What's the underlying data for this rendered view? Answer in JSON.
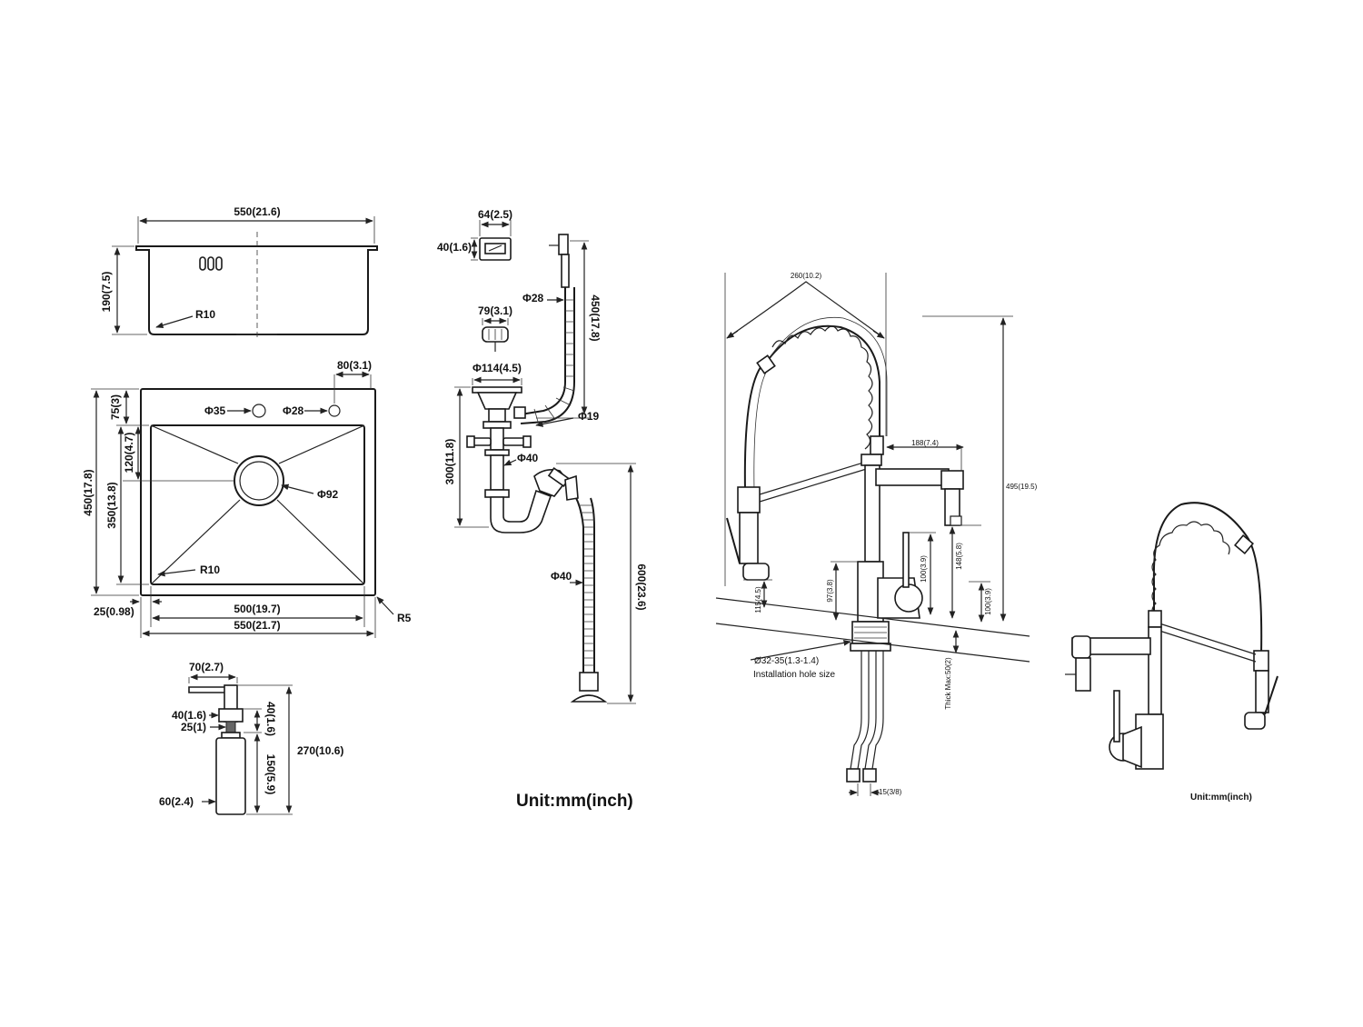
{
  "sink": {
    "top_width": "550(21.6)",
    "depth": "190(7.5)",
    "radius_side": "R10",
    "hole_offset": "80(3.1)",
    "tap_hole": "Φ35",
    "soap_hole": "Φ28",
    "edge_to_hole": "75(3)",
    "hole_to_drain": "120(4.7)",
    "drain": "Φ92",
    "outer_length": "450(17.8)",
    "inner_length": "350(13.8)",
    "radius_bowl": "R10",
    "flange": "25(0.98)",
    "inner_width": "500(19.7)",
    "outer_width": "550(21.7)",
    "corner_radius": "R5"
  },
  "dispenser": {
    "spout_reach": "70(2.7)",
    "pump_width": "40(1.6)",
    "neck": "25(1)",
    "pump_height": "40(1.6)",
    "bottle_height": "150(5.9)",
    "total_height": "270(10.6)",
    "bottle_width": "60(2.4)"
  },
  "drain_kit": {
    "overflow_width": "64(2.5)",
    "overflow_height": "40(1.6)",
    "overflow_hose": "Φ28",
    "hose_length": "450(17.8)",
    "basket": "79(3.1)",
    "strainer": "Φ114(4.5)",
    "side_inlet": "Φ19",
    "trap_height": "300(11.8)",
    "pipe": "Φ40",
    "drain_hose": "Φ40",
    "total_length": "600(23.6)"
  },
  "faucet": {
    "spring_width": "260(10.2)",
    "total_height": "495(19.5)",
    "spout_reach": "188(7.4)",
    "handle_height": "100(3.9)",
    "spout_height": "148(5.8)",
    "spout_clearance": "100(3.9)",
    "body_height": "97(3.8)",
    "sprayer_clearance": "115(4.5)",
    "hole_size": "Ø32-35(1.3-1.4)",
    "hole_label": "Installation hole size",
    "deck_thickness": "Thick Max:50(2)",
    "hose_connector": "15(3/8)"
  },
  "units": {
    "left": "Unit:mm(inch)",
    "right": "Unit:mm(inch)"
  }
}
